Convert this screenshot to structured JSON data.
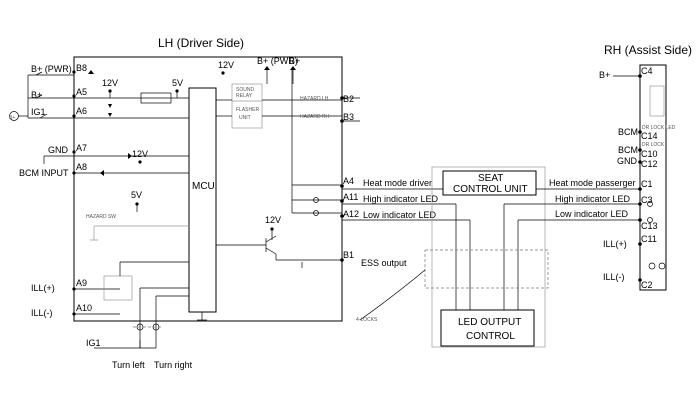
{
  "lh": {
    "title": "LH (Driver Side)",
    "pins": {
      "b8": "B8",
      "a5": "A5",
      "a6": "A6",
      "a7": "A7",
      "a8": "A8",
      "a9": "A9",
      "a10": "A10",
      "b2": "B2",
      "b3": "B3",
      "a4": "A4",
      "a11": "A11",
      "a12": "A12",
      "b1": "B1"
    },
    "inputs": {
      "bplus_pwr": "B+ (PWR)",
      "bplus": "B+",
      "ig1": "IG1",
      "gnd": "GND",
      "bcm_input": "BCM INPUT",
      "ill_plus": "ILL(+)",
      "ill_minus": "ILL(-)"
    },
    "supply": {
      "v12": "12V",
      "v5": "5V"
    },
    "top_supply": {
      "v12": "12V",
      "bplus_pwr": "B+ (PWR)",
      "bplus": "B+"
    },
    "mcu": "MCU",
    "sound_relay": [
      "SOUND",
      "RELAY"
    ],
    "flasher_unit": [
      "FLASHER",
      "UNIT"
    ],
    "hazard_lh": "HAZARD LH",
    "hazard_rh": "HAZARD RH",
    "hazard_sw": "HAZARD SW",
    "outputs": {
      "heat_mode_driver": "Heat mode driver",
      "high_indicator": "High indicator LED",
      "low_indicator": "Low indicator LED",
      "ess_output": "ESS output"
    },
    "bplus_circle": "B+",
    "ig1_bottom": "IG1",
    "turn_left": "Turn left",
    "turn_right": "Turn right"
  },
  "seat_control": [
    "SEAT",
    "CONTROL UNIT"
  ],
  "led_output": [
    "LED OUTPUT",
    "CONTROL"
  ],
  "loop_note": "4-LOCKS",
  "rh": {
    "title": "RH (Assist Side)",
    "bplus": "B+",
    "pins": {
      "c4": "C4",
      "c14": "C14",
      "c10": "C10",
      "c12": "C12",
      "c1": "C1",
      "c3": "C3",
      "c13": "C13",
      "c11": "C11",
      "c2": "C2"
    },
    "bcm1": "BCM",
    "bcm2": "BCM",
    "gnd": "GND",
    "dr_lock_led": "DR LOCK LED",
    "dr_lock": "DR LOCK",
    "heat_mode_passenger": "Heat mode passerger",
    "high_indicator": "High indicator LED",
    "low_indicator": "Low indicator LED",
    "ill_plus": "ILL(+)",
    "ill_minus": "ILL(-)"
  }
}
